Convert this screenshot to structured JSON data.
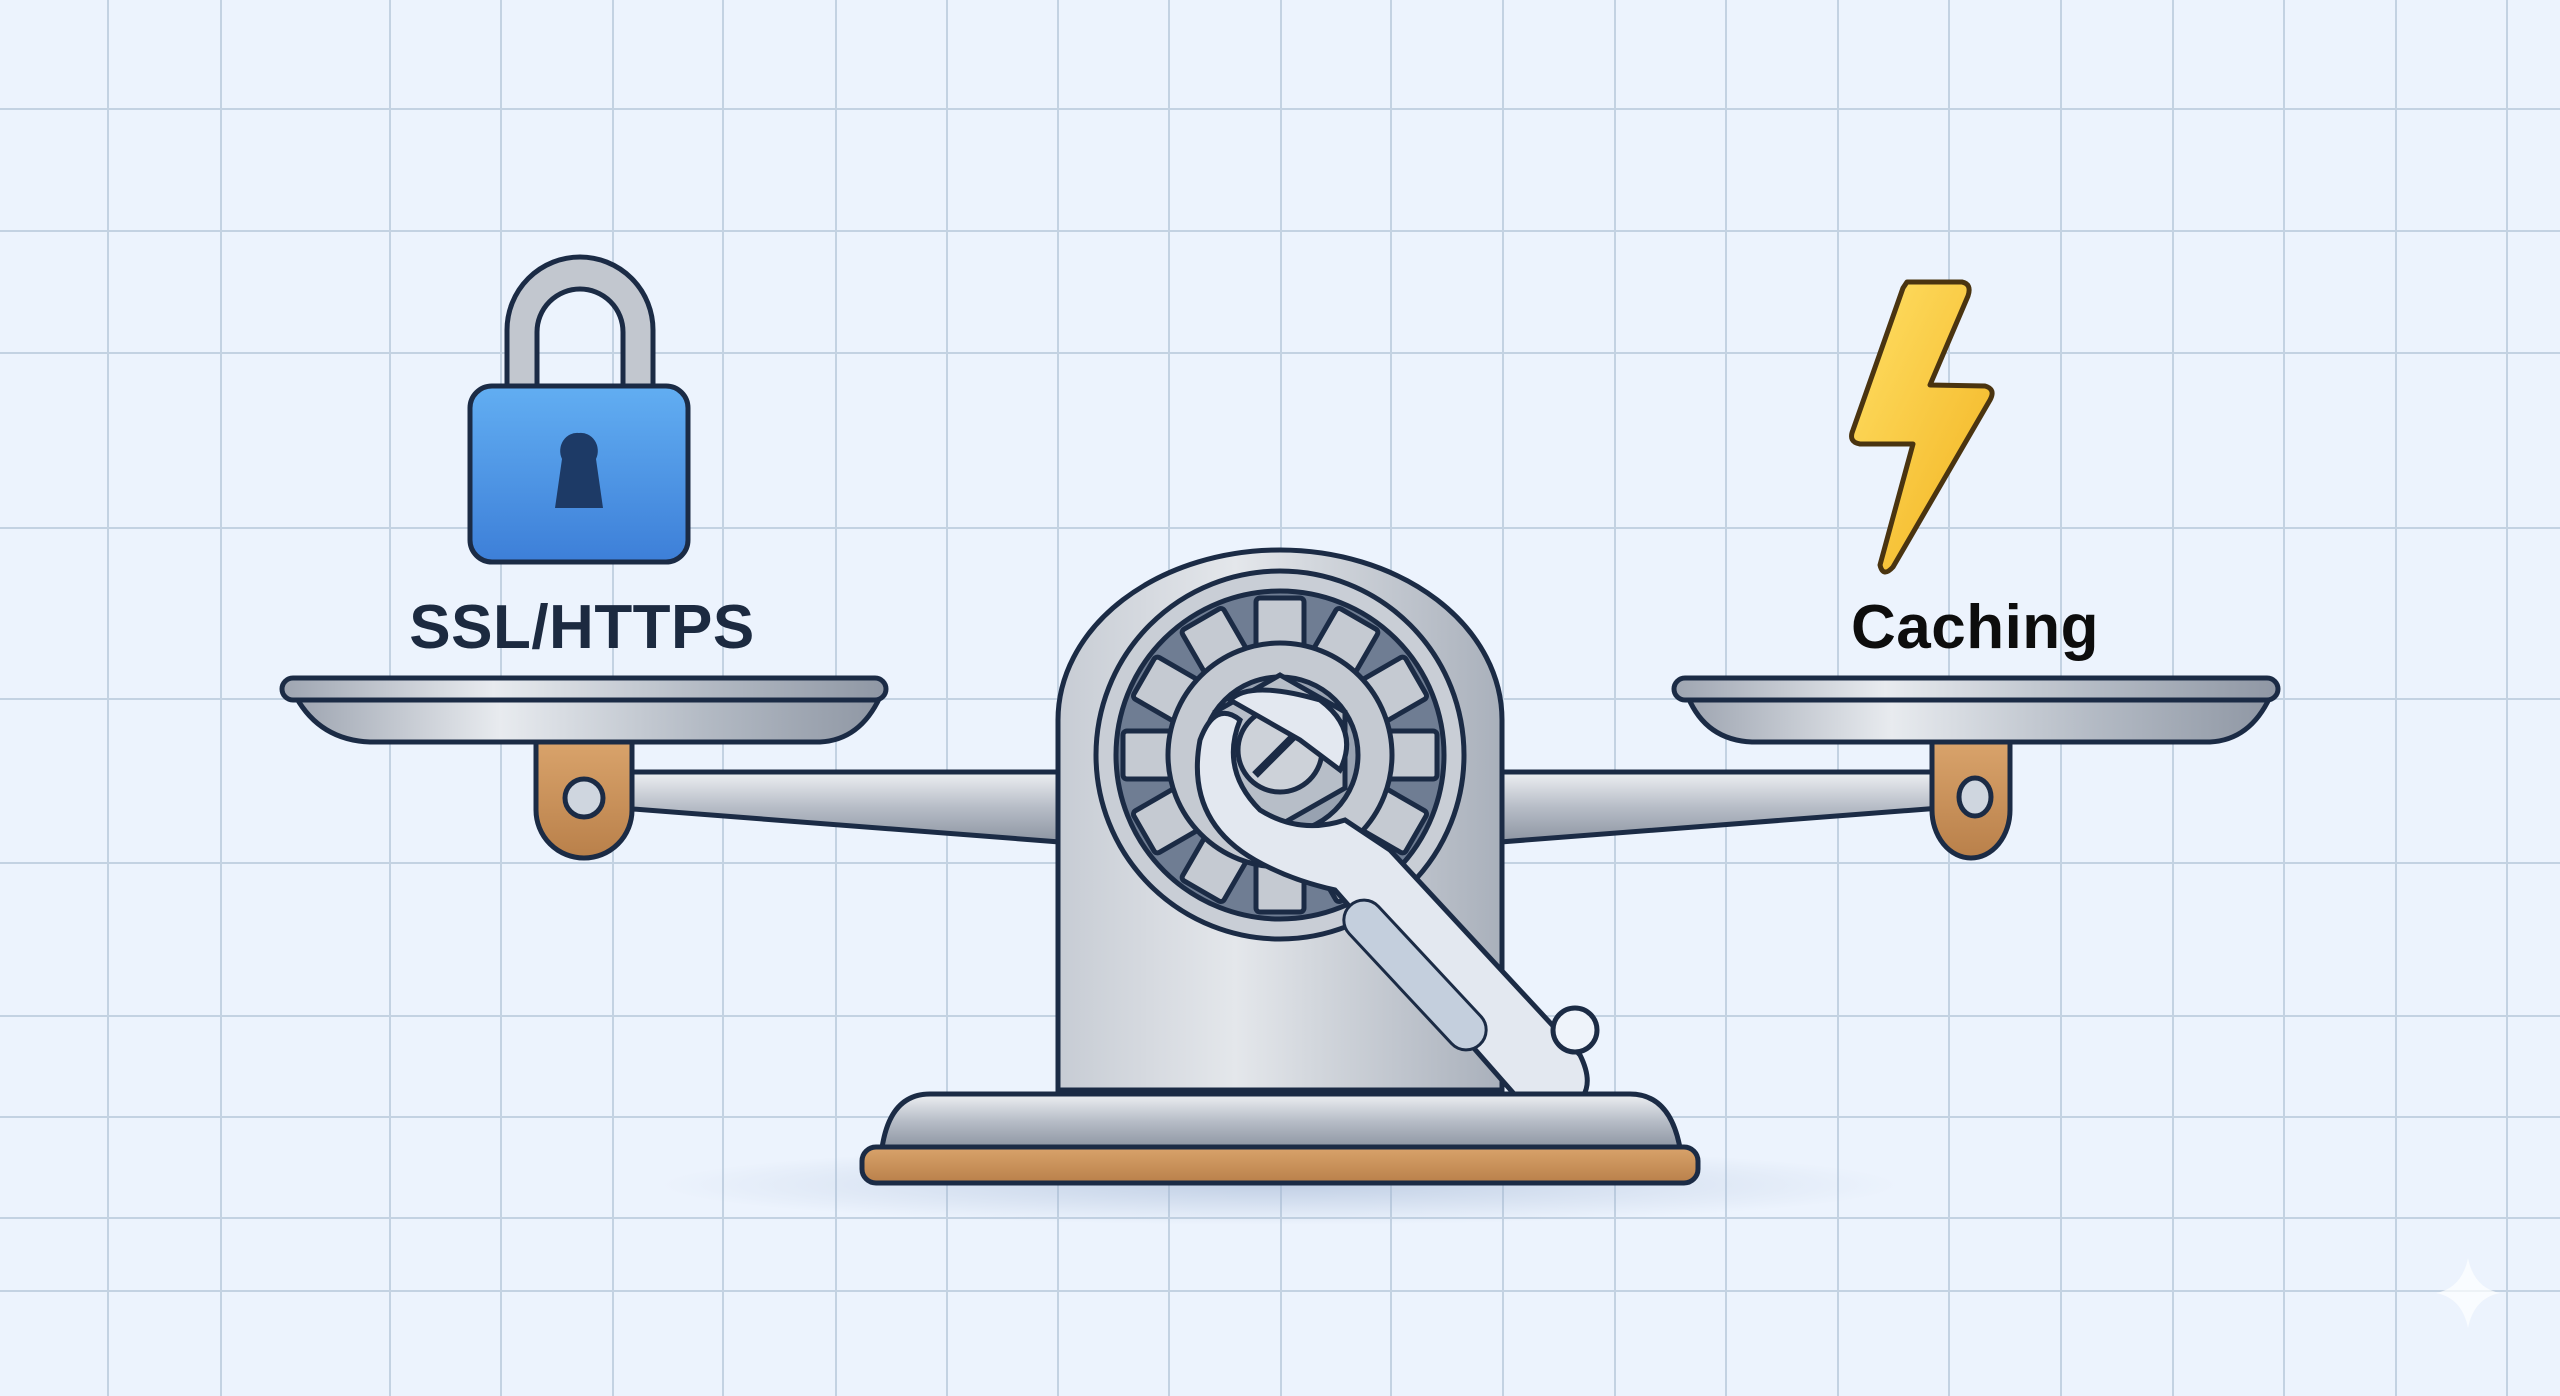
{
  "diagram": {
    "type": "balance-scale-metaphor",
    "left_item": {
      "label": "SSL/HTTPS",
      "icon": "padlock-icon",
      "color": "#4a90e2"
    },
    "right_item": {
      "label": "Caching",
      "icon": "lightning-bolt-icon",
      "color": "#f7c531"
    },
    "center_item": {
      "icon": "gear-and-wrench-icon",
      "meaning": "configuration / tuning fulcrum"
    },
    "watermark_icon": "sparkle-icon"
  },
  "colors": {
    "background": "#ecf3fd",
    "grid_line": "#c3d2e2",
    "outline": "#1b2b45",
    "metal_light": "#e6e9ee",
    "metal_mid": "#b9bfc9",
    "metal_dark": "#8e96a3",
    "wood": "#c8915c",
    "lock_blue": "#4a90e2",
    "bolt_yellow": "#f7c531"
  },
  "grid": {
    "vertical_x": [
      107,
      220,
      389,
      500,
      612,
      722,
      835,
      946,
      1057,
      1168,
      1280,
      1390,
      1502,
      1614,
      1725,
      1837,
      1948,
      2060,
      2172,
      2283,
      2395,
      2506
    ],
    "horizontal_y": [
      108,
      230,
      352,
      527,
      698,
      862,
      1015,
      1116,
      1217,
      1290
    ]
  }
}
